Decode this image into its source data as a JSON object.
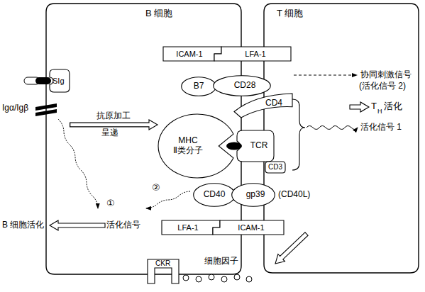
{
  "diagram": {
    "nodes": [
      {
        "text": [
          "B 细胞"
        ]
      },
      {
        "text": [
          "T 细胞"
        ]
      },
      {
        "text": [
          "ICAM-1"
        ],
        "in": 0
      },
      {
        "text": [
          "LFA-1"
        ],
        "in": 1
      },
      {
        "text": [
          "SIg"
        ],
        "in": 0
      },
      {
        "text": [
          "B7"
        ],
        "in": 0
      },
      {
        "text": [
          "CD28"
        ],
        "in": 1
      },
      {
        "text": [
          "CD4"
        ],
        "in": 1
      },
      {
        "text": [
          "MHC Ⅱ类分子"
        ],
        "in": 0
      },
      {
        "text": [
          "TCR"
        ],
        "in": 1
      },
      {
        "text": [
          "CD3"
        ],
        "in": 1
      },
      {
        "text": [
          "CD40"
        ],
        "in": 0
      },
      {
        "text": [
          "gp39"
        ],
        "in": 1
      },
      {
        "text": [
          "LFA-1"
        ],
        "in": 0
      },
      {
        "text": [
          "ICAM-1"
        ],
        "in": 1
      },
      {
        "text": [
          "CKR"
        ],
        "in": 0
      }
    ],
    "edges": [
      {
        "from": 4,
        "to": 8,
        "arrow": "to",
        "label": "抗原加工"
      }
    ],
    "labels": [
      "呈递",
      "Igα/Igβ",
      "①",
      "活化信号",
      "B 细胞活化",
      "②",
      "协同刺激信号",
      "(活化信号 2)",
      "T",
      "H",
      "活化",
      "活化信号 1",
      "(CD40L)",
      "细胞因子"
    ]
  }
}
